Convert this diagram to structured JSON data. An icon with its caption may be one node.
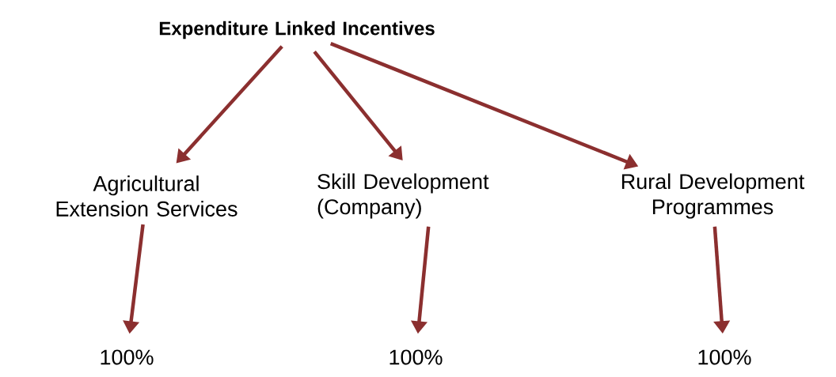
{
  "diagram": {
    "nodes": [
      {
        "text": [
          "Expenditure Linked Incentives"
        ]
      },
      {
        "text": [
          "Agricultural Extension Services"
        ]
      },
      {
        "text": [
          "Skill Development (Company)"
        ]
      },
      {
        "text": [
          "Rural Development Programmes"
        ]
      },
      {
        "text": [
          "100%"
        ]
      },
      {
        "text": [
          "100%"
        ]
      },
      {
        "text": [
          "100%"
        ]
      }
    ],
    "edges": [
      {
        "from": 0,
        "to": 1,
        "arrow": "to"
      },
      {
        "from": 0,
        "to": 2,
        "arrow": "to"
      },
      {
        "from": 0,
        "to": 3,
        "arrow": "to"
      },
      {
        "from": 1,
        "to": 4,
        "arrow": "to"
      },
      {
        "from": 2,
        "to": 5,
        "arrow": "to"
      },
      {
        "from": 3,
        "to": 6,
        "arrow": "to"
      }
    ]
  }
}
